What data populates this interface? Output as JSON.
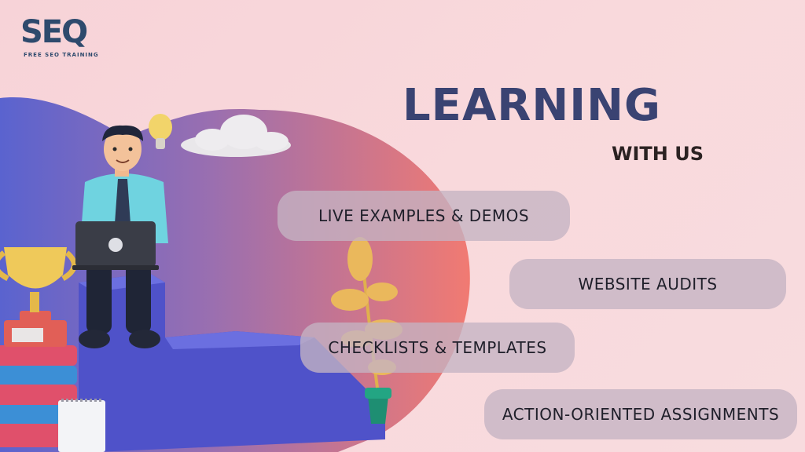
{
  "logo": {
    "text": "SEQ",
    "tagline": "FREE SEO TRAINING"
  },
  "heading": {
    "title": "LEARNING",
    "subtitle": "WITH US"
  },
  "features": [
    "LIVE EXAMPLES & DEMOS",
    "WEBSITE AUDITS",
    "CHECKLISTS & TEMPLATES",
    "ACTION-ORIENTED ASSIGNMENTS"
  ],
  "colors": {
    "background": "#f7d3d8",
    "title": "#3a4372",
    "blob_start": "#5b5fc7",
    "blob_end": "#ef7a7a",
    "pill": "#c4b4c3"
  },
  "illustration_icons": [
    "lightbulb-icon",
    "cloud-icon",
    "trophy-icon",
    "laptop-icon",
    "plant-icon",
    "notepad-icon"
  ]
}
